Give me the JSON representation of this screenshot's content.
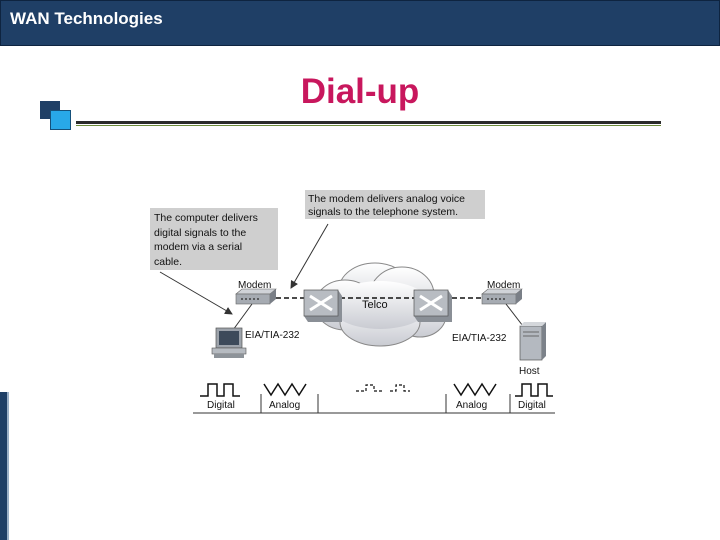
{
  "header": {
    "title": "WAN Technologies"
  },
  "slide": {
    "title": "Dial-up"
  },
  "diagram": {
    "callout_left": [
      "The computer delivers",
      "digital signals to the",
      "modem via a serial",
      "cable."
    ],
    "callout_top": [
      "The modem delivers analog voice",
      "signals to the telephone system."
    ],
    "cloud_label": "Telco",
    "modem_left_label": "Modem",
    "modem_right_label": "Modem",
    "serial_left_label": "EIA/TIA-232",
    "serial_right_label": "EIA/TIA-232",
    "host_label": "Host",
    "signal_labels": [
      "Digital",
      "Analog",
      "Analog",
      "Digital"
    ]
  }
}
